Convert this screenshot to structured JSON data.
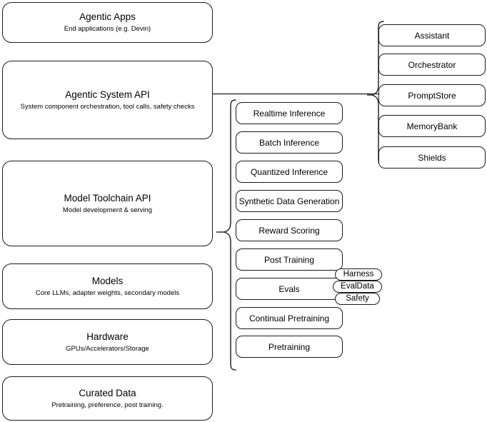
{
  "diagram": {
    "title": "LLM Stack Architecture Diagram",
    "stroke_color": "#1a1a1a",
    "background_color": "#ffffff"
  },
  "stack_layers": [
    {
      "id": "agentic-apps",
      "title": "Agentic Apps",
      "subtitle": "End applications (e.g. Devin)"
    },
    {
      "id": "agentic-system-api",
      "title": "Agentic System API",
      "subtitle": "System component orchestration, tool calls, safety checks"
    },
    {
      "id": "model-toolchain-api",
      "title": "Model Toolchain API",
      "subtitle": "Model development & serving"
    },
    {
      "id": "models",
      "title": "Models",
      "subtitle": "Core LLMs, adapter weights, secondary models"
    },
    {
      "id": "hardware",
      "title": "Hardware",
      "subtitle": "GPUs/Accelerators/Storage"
    },
    {
      "id": "curated-data",
      "title": "Curated Data",
      "subtitle": "Pretraining, preference, post training."
    }
  ],
  "toolchain_components": [
    {
      "id": "realtime-inference",
      "label": "Realtime Inference"
    },
    {
      "id": "batch-inference",
      "label": "Batch Inference"
    },
    {
      "id": "quantized-inference",
      "label": "Quantized Inference"
    },
    {
      "id": "synthetic-data-generation",
      "label": "Synthetic Data Generation"
    },
    {
      "id": "reward-scoring",
      "label": "Reward Scoring"
    },
    {
      "id": "post-training",
      "label": "Post Training"
    },
    {
      "id": "evals",
      "label": "Evals"
    },
    {
      "id": "continual-pretraining",
      "label": "Continual Pretraining"
    },
    {
      "id": "pretraining",
      "label": "Pretraining"
    }
  ],
  "evals_tags": [
    {
      "id": "harness",
      "label": "Harness"
    },
    {
      "id": "evaldata",
      "label": "EvalData"
    },
    {
      "id": "safety",
      "label": "Safety"
    }
  ],
  "agentic_components": [
    {
      "id": "assistant",
      "label": "Assistant"
    },
    {
      "id": "orchestrator",
      "label": "Orchestrator"
    },
    {
      "id": "promptstore",
      "label": "PromptStore"
    },
    {
      "id": "memorybank",
      "label": "MemoryBank"
    },
    {
      "id": "shields",
      "label": "Shields"
    }
  ]
}
